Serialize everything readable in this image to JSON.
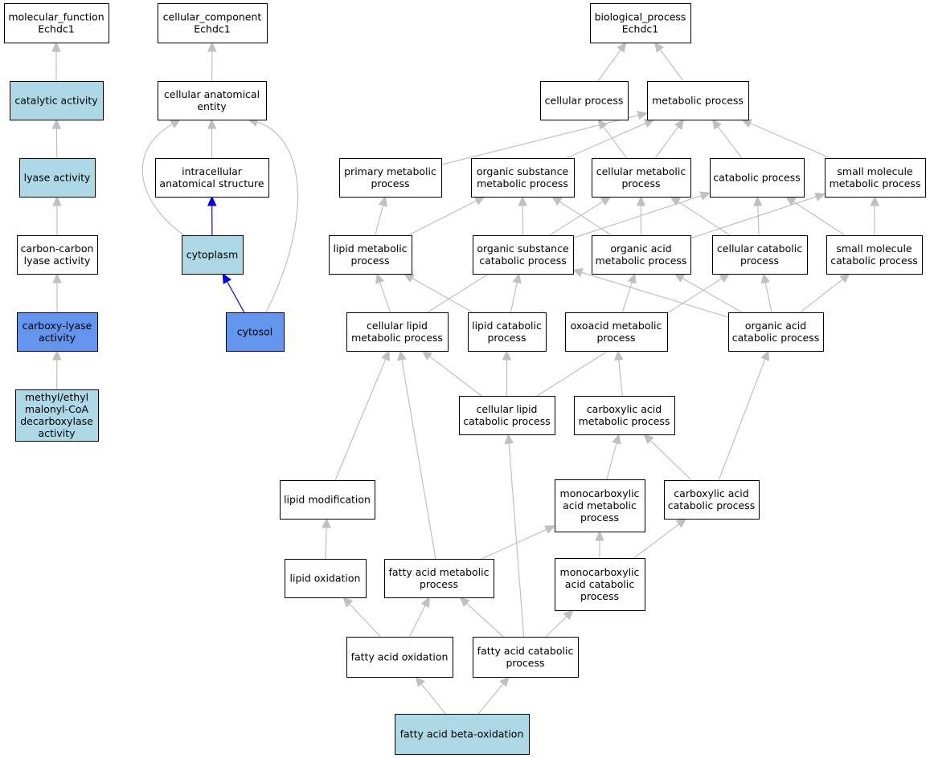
{
  "colors": {
    "node_plain": "#ffffff",
    "node_light": "#add8e6",
    "node_dark": "#6495ed",
    "edge_gray": "#c0c0c0",
    "edge_blue": "#0000ff"
  },
  "nodes": [
    {
      "id": "mf_root",
      "lines": [
        "molecular_function",
        "Echdc1"
      ],
      "fill": "plain"
    },
    {
      "id": "catalytic",
      "lines": [
        "catalytic activity"
      ],
      "fill": "light"
    },
    {
      "id": "lyase",
      "lines": [
        "lyase activity"
      ],
      "fill": "light"
    },
    {
      "id": "cc_lyase",
      "lines": [
        "carbon-carbon",
        "lyase activity"
      ],
      "fill": "plain"
    },
    {
      "id": "carboxy_lyase",
      "lines": [
        "carboxy-lyase",
        "activity"
      ],
      "fill": "dark"
    },
    {
      "id": "methyl",
      "lines": [
        "methyl/ethyl",
        "malonyl-CoA",
        "decarboxylase",
        "activity"
      ],
      "fill": "light"
    },
    {
      "id": "cc_root",
      "lines": [
        "cellular_component",
        "Echdc1"
      ],
      "fill": "plain"
    },
    {
      "id": "cae",
      "lines": [
        "cellular anatomical",
        "entity"
      ],
      "fill": "plain"
    },
    {
      "id": "ias",
      "lines": [
        "intracellular",
        "anatomical structure"
      ],
      "fill": "plain"
    },
    {
      "id": "cytoplasm",
      "lines": [
        "cytoplasm"
      ],
      "fill": "light"
    },
    {
      "id": "cytosol",
      "lines": [
        "cytosol"
      ],
      "fill": "dark"
    },
    {
      "id": "bp_root",
      "lines": [
        "biological_process",
        "Echdc1"
      ],
      "fill": "plain"
    },
    {
      "id": "cellular_process",
      "lines": [
        "cellular process"
      ],
      "fill": "plain"
    },
    {
      "id": "metabolic_process",
      "lines": [
        "metabolic process"
      ],
      "fill": "plain"
    },
    {
      "id": "primary_mp",
      "lines": [
        "primary metabolic",
        "process"
      ],
      "fill": "plain"
    },
    {
      "id": "osmp",
      "lines": [
        "organic substance",
        "metabolic process"
      ],
      "fill": "plain"
    },
    {
      "id": "cmp",
      "lines": [
        "cellular metabolic",
        "process"
      ],
      "fill": "plain"
    },
    {
      "id": "catabolic",
      "lines": [
        "catabolic process"
      ],
      "fill": "plain"
    },
    {
      "id": "smmp",
      "lines": [
        "small molecule",
        "metabolic process"
      ],
      "fill": "plain"
    },
    {
      "id": "lmp",
      "lines": [
        "lipid metabolic",
        "process"
      ],
      "fill": "plain"
    },
    {
      "id": "oscp",
      "lines": [
        "organic substance",
        "catabolic process"
      ],
      "fill": "plain"
    },
    {
      "id": "oamp",
      "lines": [
        "organic acid",
        "metabolic process"
      ],
      "fill": "plain"
    },
    {
      "id": "ccp",
      "lines": [
        "cellular catabolic",
        "process"
      ],
      "fill": "plain"
    },
    {
      "id": "smcp",
      "lines": [
        "small molecule",
        "catabolic process"
      ],
      "fill": "plain"
    },
    {
      "id": "clmp",
      "lines": [
        "cellular lipid",
        "metabolic process"
      ],
      "fill": "plain"
    },
    {
      "id": "lcp",
      "lines": [
        "lipid catabolic",
        "process"
      ],
      "fill": "plain"
    },
    {
      "id": "oxomp",
      "lines": [
        "oxoacid metabolic",
        "process"
      ],
      "fill": "plain"
    },
    {
      "id": "oacp",
      "lines": [
        "organic acid",
        "catabolic process"
      ],
      "fill": "plain"
    },
    {
      "id": "clcp",
      "lines": [
        "cellular lipid",
        "catabolic process"
      ],
      "fill": "plain"
    },
    {
      "id": "camp",
      "lines": [
        "carboxylic acid",
        "metabolic process"
      ],
      "fill": "plain"
    },
    {
      "id": "lipid_mod",
      "lines": [
        "lipid modification"
      ],
      "fill": "plain"
    },
    {
      "id": "mcamp",
      "lines": [
        "monocarboxylic",
        "acid metabolic",
        "process"
      ],
      "fill": "plain"
    },
    {
      "id": "cacp",
      "lines": [
        "carboxylic acid",
        "catabolic process"
      ],
      "fill": "plain"
    },
    {
      "id": "lipid_ox",
      "lines": [
        "lipid oxidation"
      ],
      "fill": "plain"
    },
    {
      "id": "famp",
      "lines": [
        "fatty acid metabolic",
        "process"
      ],
      "fill": "plain"
    },
    {
      "id": "mcacp",
      "lines": [
        "monocarboxylic",
        "acid catabolic",
        "process"
      ],
      "fill": "plain"
    },
    {
      "id": "fao",
      "lines": [
        "fatty acid oxidation"
      ],
      "fill": "plain"
    },
    {
      "id": "facp",
      "lines": [
        "fatty acid catabolic",
        "process"
      ],
      "fill": "plain"
    },
    {
      "id": "fabo",
      "lines": [
        "fatty acid beta-oxidation"
      ],
      "fill": "light"
    }
  ],
  "edges": [
    {
      "from": "catalytic",
      "to": "mf_root",
      "color": "gray"
    },
    {
      "from": "lyase",
      "to": "catalytic",
      "color": "gray"
    },
    {
      "from": "cc_lyase",
      "to": "lyase",
      "color": "gray"
    },
    {
      "from": "carboxy_lyase",
      "to": "cc_lyase",
      "color": "gray"
    },
    {
      "from": "methyl",
      "to": "carboxy_lyase",
      "color": "gray"
    },
    {
      "from": "cae",
      "to": "cc_root",
      "color": "gray"
    },
    {
      "from": "ias",
      "to": "cae",
      "color": "gray"
    },
    {
      "from": "cytoplasm",
      "to": "ias",
      "color": "blue"
    },
    {
      "from": "cytosol",
      "to": "cytoplasm",
      "color": "blue"
    },
    {
      "from": "cytoplasm",
      "to": "cae",
      "color": "gray",
      "curve": "left"
    },
    {
      "from": "cytosol",
      "to": "cae",
      "color": "gray",
      "curve": "right"
    },
    {
      "from": "cellular_process",
      "to": "bp_root",
      "color": "gray"
    },
    {
      "from": "metabolic_process",
      "to": "bp_root",
      "color": "gray"
    },
    {
      "from": "primary_mp",
      "to": "metabolic_process",
      "color": "gray"
    },
    {
      "from": "osmp",
      "to": "metabolic_process",
      "color": "gray"
    },
    {
      "from": "cmp",
      "to": "metabolic_process",
      "color": "gray"
    },
    {
      "from": "cmp",
      "to": "cellular_process",
      "color": "gray"
    },
    {
      "from": "catabolic",
      "to": "metabolic_process",
      "color": "gray"
    },
    {
      "from": "smmp",
      "to": "metabolic_process",
      "color": "gray"
    },
    {
      "from": "lmp",
      "to": "primary_mp",
      "color": "gray"
    },
    {
      "from": "lmp",
      "to": "osmp",
      "color": "gray"
    },
    {
      "from": "oscp",
      "to": "osmp",
      "color": "gray"
    },
    {
      "from": "oscp",
      "to": "catabolic",
      "color": "gray"
    },
    {
      "from": "oamp",
      "to": "cmp",
      "color": "gray"
    },
    {
      "from": "oamp",
      "to": "osmp",
      "color": "gray"
    },
    {
      "from": "oamp",
      "to": "smmp",
      "color": "gray"
    },
    {
      "from": "ccp",
      "to": "cmp",
      "color": "gray"
    },
    {
      "from": "ccp",
      "to": "catabolic",
      "color": "gray"
    },
    {
      "from": "smcp",
      "to": "catabolic",
      "color": "gray"
    },
    {
      "from": "smcp",
      "to": "smmp",
      "color": "gray"
    },
    {
      "from": "clmp",
      "to": "lmp",
      "color": "gray"
    },
    {
      "from": "clmp",
      "to": "cmp",
      "color": "gray"
    },
    {
      "from": "lcp",
      "to": "lmp",
      "color": "gray"
    },
    {
      "from": "lcp",
      "to": "oscp",
      "color": "gray"
    },
    {
      "from": "oxomp",
      "to": "oamp",
      "color": "gray"
    },
    {
      "from": "oacp",
      "to": "oamp",
      "color": "gray"
    },
    {
      "from": "oacp",
      "to": "ccp",
      "color": "gray"
    },
    {
      "from": "oacp",
      "to": "smcp",
      "color": "gray"
    },
    {
      "from": "oacp",
      "to": "oscp",
      "color": "gray"
    },
    {
      "from": "clcp",
      "to": "clmp",
      "color": "gray"
    },
    {
      "from": "clcp",
      "to": "lcp",
      "color": "gray"
    },
    {
      "from": "clcp",
      "to": "ccp",
      "color": "gray"
    },
    {
      "from": "camp",
      "to": "oxomp",
      "color": "gray"
    },
    {
      "from": "lipid_mod",
      "to": "clmp",
      "color": "gray"
    },
    {
      "from": "mcamp",
      "to": "camp",
      "color": "gray"
    },
    {
      "from": "cacp",
      "to": "camp",
      "color": "gray"
    },
    {
      "from": "cacp",
      "to": "oacp",
      "color": "gray"
    },
    {
      "from": "lipid_ox",
      "to": "lipid_mod",
      "color": "gray"
    },
    {
      "from": "famp",
      "to": "clmp",
      "color": "gray"
    },
    {
      "from": "famp",
      "to": "mcamp",
      "color": "gray"
    },
    {
      "from": "mcacp",
      "to": "mcamp",
      "color": "gray"
    },
    {
      "from": "mcacp",
      "to": "cacp",
      "color": "gray"
    },
    {
      "from": "fao",
      "to": "lipid_ox",
      "color": "gray"
    },
    {
      "from": "fao",
      "to": "famp",
      "color": "gray"
    },
    {
      "from": "facp",
      "to": "famp",
      "color": "gray"
    },
    {
      "from": "facp",
      "to": "mcacp",
      "color": "gray"
    },
    {
      "from": "facp",
      "to": "clcp",
      "color": "gray"
    },
    {
      "from": "fabo",
      "to": "fao",
      "color": "gray"
    },
    {
      "from": "fabo",
      "to": "facp",
      "color": "gray"
    }
  ]
}
